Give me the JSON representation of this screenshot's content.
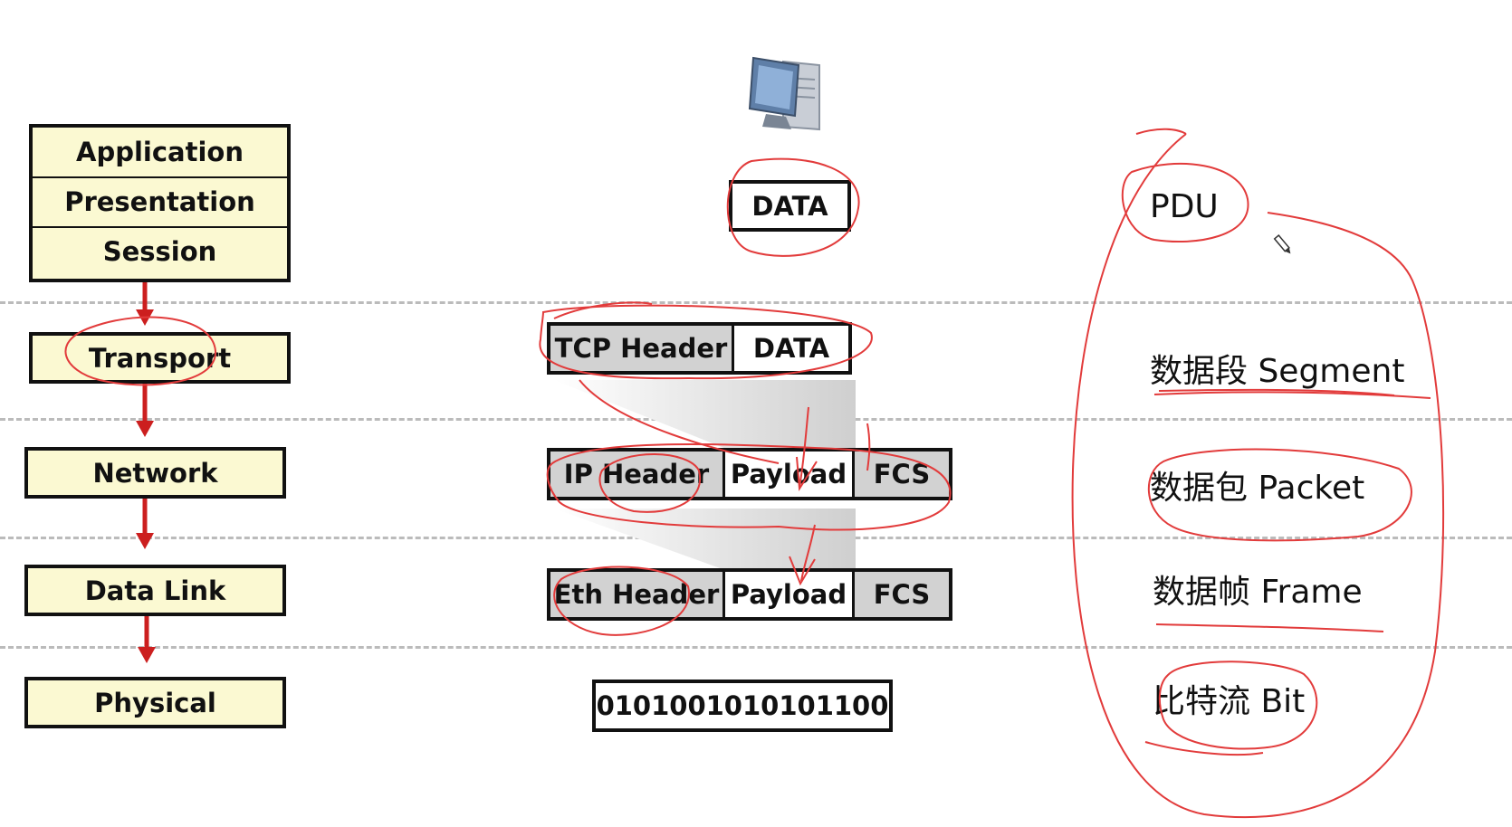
{
  "osi_stack": {
    "application": "Application",
    "presentation": "Presentation",
    "session": "Session",
    "transport": "Transport",
    "network": "Network",
    "data_link": "Data Link",
    "physical": "Physical"
  },
  "encapsulation": {
    "data_top": "DATA",
    "tcp_header": "TCP Header",
    "tcp_data": "DATA",
    "ip_header": "IP Header",
    "ip_payload": "Payload",
    "ip_fcs": "FCS",
    "eth_header": "Eth Header",
    "eth_payload": "Payload",
    "eth_fcs": "FCS",
    "bits": "0101001010101100"
  },
  "pdu": {
    "title": "PDU",
    "segment": "数据段 Segment",
    "packet": "数据包 Packet",
    "frame": "数据帧 Frame",
    "bit": "比特流 Bit"
  },
  "icons": [
    "computer-icon",
    "pencil-cursor-icon"
  ],
  "colors": {
    "layer_fill": "#fbf9d2",
    "header_fill": "#d2d2d2",
    "arrow": "#cc1f1f",
    "annotation": "#e23b3b",
    "divider": "#bbbbbb"
  }
}
